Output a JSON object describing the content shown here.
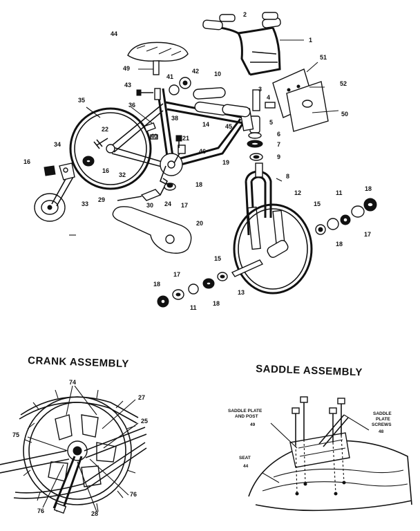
{
  "sections": {
    "crank_title": "CRANK ASSEMBLY",
    "saddle_title": "SADDLE ASSEMBLY"
  },
  "saddle_labels": {
    "plate_post_line1": "SADDLE PLATE",
    "plate_post_line2": "AND POST",
    "plate_post_num": "49",
    "screws_line1": "SADDLE",
    "screws_line2": "PLATE",
    "screws_line3": "SCREWS",
    "screws_num": "48",
    "seat": "SEAT",
    "seat_num": "44"
  },
  "parts": {
    "p1": "1",
    "p2": "2",
    "p3": "3",
    "p4": "4",
    "p5": "5",
    "p6": "6",
    "p7": "7",
    "p8": "8",
    "p9": "9",
    "p10": "10",
    "p11a": "11",
    "p11b": "11",
    "p12": "12",
    "p13": "13",
    "p14": "14",
    "p15a": "15",
    "p15b": "15",
    "p16a": "16",
    "p16b": "16",
    "p17a": "17",
    "p17b": "17",
    "p17c": "17",
    "p18a": "18",
    "p18b": "18",
    "p18c": "18",
    "p18d": "18",
    "p18e": "18",
    "p19": "19",
    "p20": "20",
    "p21": "21",
    "p22": "22",
    "p24": "24",
    "p29": "29",
    "p30": "30",
    "p32": "32",
    "p33": "33",
    "p34": "34",
    "p35": "35",
    "p36": "36",
    "p38": "38",
    "p40": "40",
    "p41": "41",
    "p42": "42",
    "p43": "43",
    "p44": "44",
    "p45": "45",
    "p46": "46",
    "p49": "49",
    "p50": "50",
    "p51": "51",
    "p52": "52"
  },
  "crank_parts": {
    "c74": "74",
    "c27": "27",
    "c25": "25",
    "c75": "75",
    "c76a": "76",
    "c76b": "76",
    "c28": "28"
  }
}
